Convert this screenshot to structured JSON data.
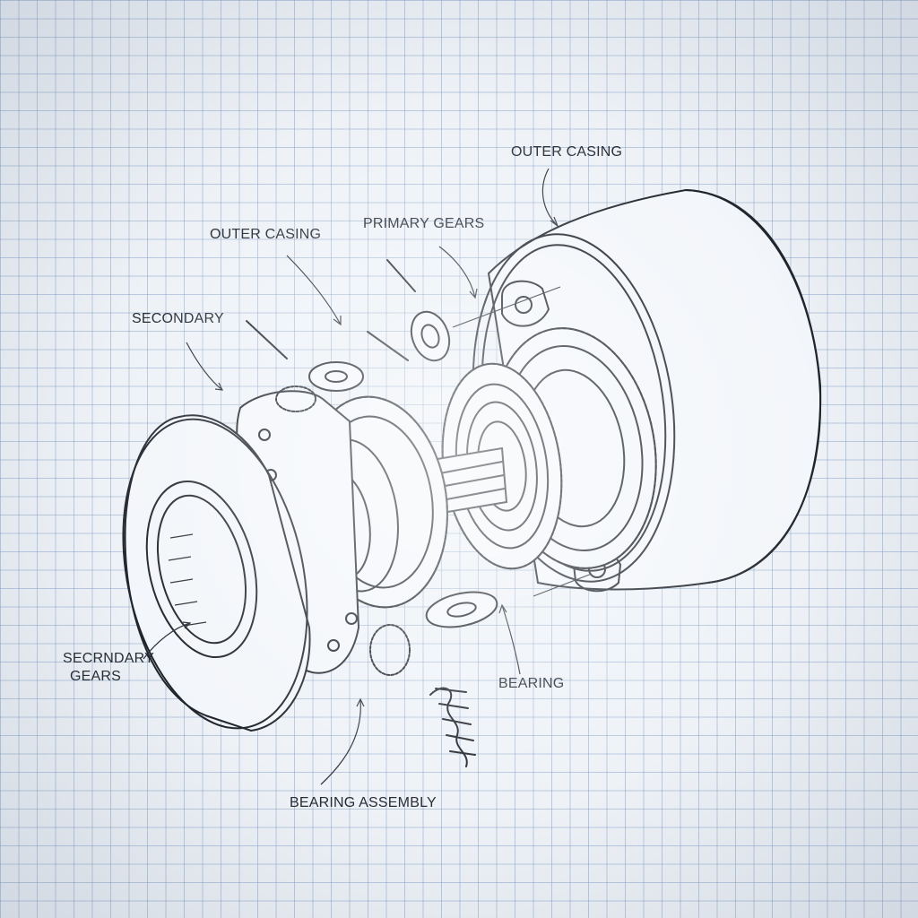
{
  "labels": {
    "outer_casing_right": "OUTER CASING",
    "outer_casing_left": "OUTER CASING",
    "primary_gears": "PRIMARY GEARS",
    "secondary": "SECONDARY",
    "secondary_gears_line1": "SECRNDARY",
    "secondary_gears_line2": "GEARS",
    "bearing": "BEARING",
    "bearing_assembly": "BEARING ASSEMBLY"
  },
  "colors": {
    "paper": "#eef2f7",
    "grid": "#7896be",
    "ink": "#20252c"
  }
}
